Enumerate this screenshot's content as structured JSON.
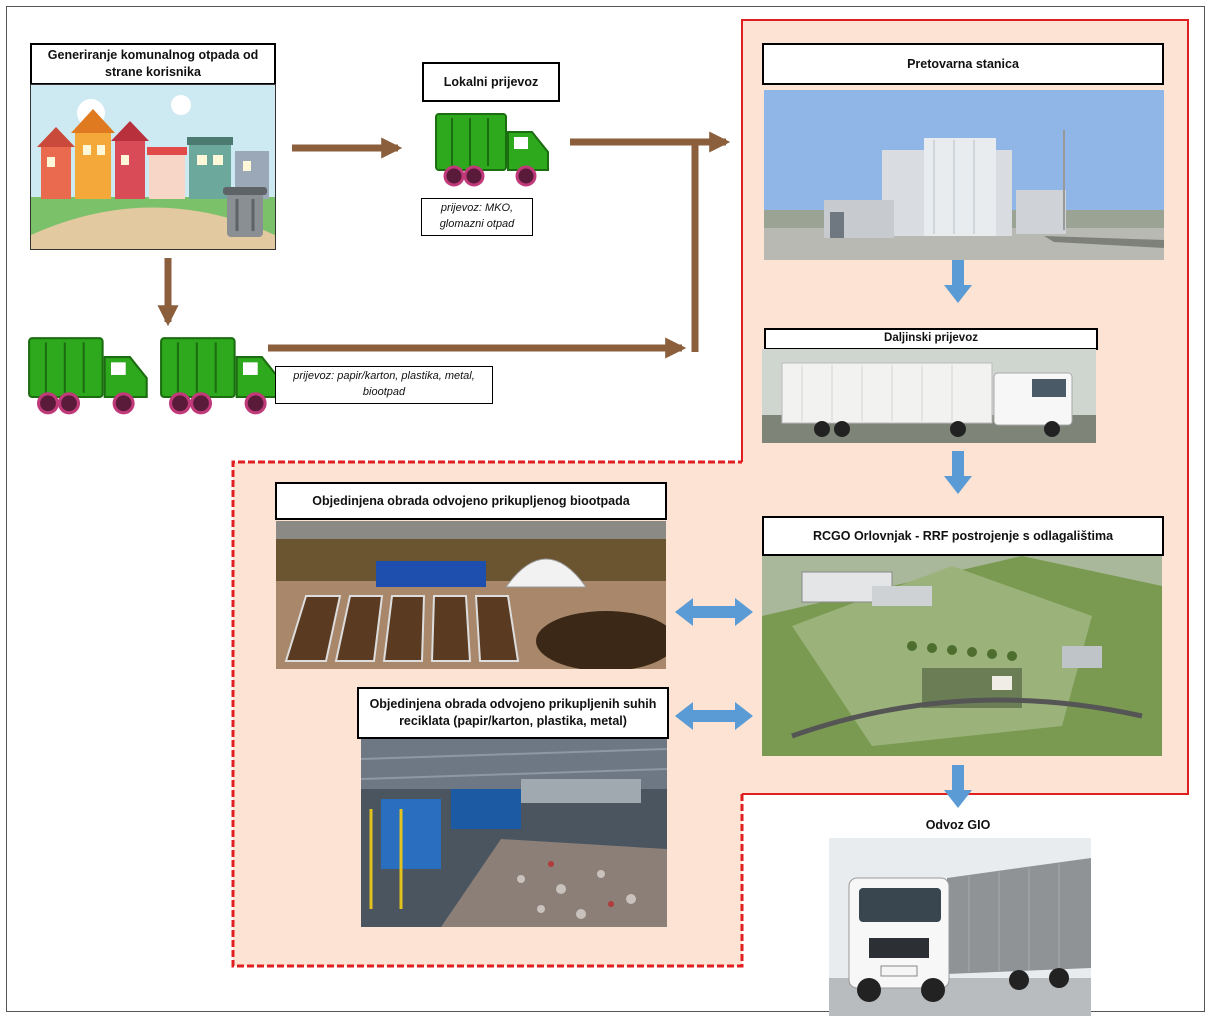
{
  "diagram": {
    "nodes": {
      "generation": "Generiranje komunalnog otpada od strane korisnika",
      "local_transport": "Lokalni prijevoz",
      "local_transport_note": "prijevoz: MKO, glomazni otpad",
      "separate_transport_note": "prijevoz: papir/karton, plastika, metal, biootpad",
      "transfer_station": "Pretovarna stanica",
      "long_distance": "Daljinski prijevoz",
      "rcgo": "RCGO Orlovnjak - RRF postrojenje s odlagalištima",
      "bio_processing": "Objedinjena obrada odvojeno prikupljenog biootpada",
      "dry_processing": "Objedinjena obrada odvojeno prikupljenih suhih reciklata (papir/karton, plastika, metal)",
      "gio_export": "Odvoz GIO"
    },
    "colors": {
      "zone_fill": "#fde3d3",
      "zone_border": "#e02020",
      "brown_arrow": "#8b5e3c",
      "blue_arrow": "#5b9bd5",
      "truck_green": "#2ea81c"
    }
  }
}
